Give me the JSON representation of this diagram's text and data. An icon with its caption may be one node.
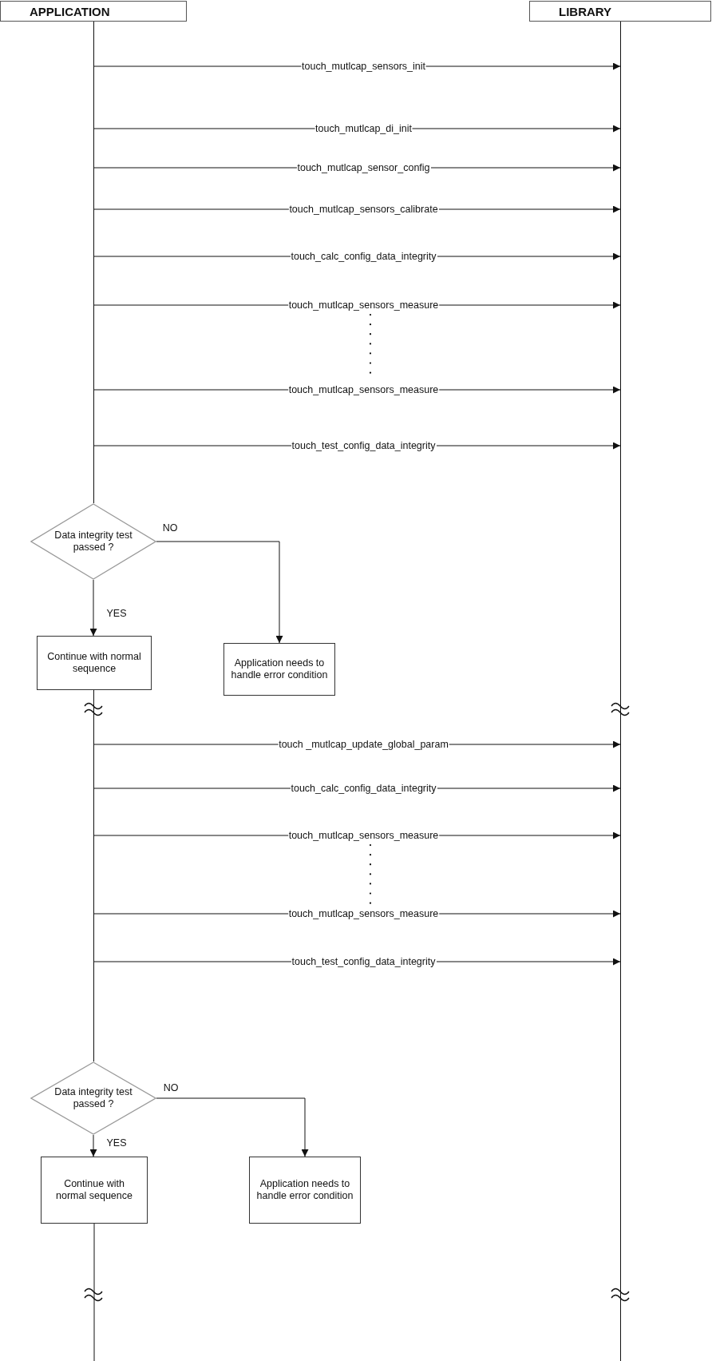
{
  "diagram": {
    "nodes": [
      {
        "text": [
          "APPLICATION"
        ]
      },
      {
        "text": [
          "LIBRARY"
        ]
      },
      {
        "text": [
          "Data integrity test passed ?"
        ]
      },
      {
        "text": [
          "Continue with normal sequence"
        ]
      },
      {
        "text": [
          "Application needs to handle error condition"
        ]
      },
      {
        "text": [
          "Data integrity test passed ?"
        ]
      },
      {
        "text": [
          "Continue with normal sequence"
        ]
      },
      {
        "text": [
          "Application needs to handle error condition"
        ]
      },
      {
        "text": [],
        "shape": "bar"
      },
      {
        "text": [],
        "shape": "bar"
      },
      {
        "text": [],
        "shape": "bar"
      }
    ],
    "edges": [
      {
        "from": 8,
        "to": 10,
        "arrow": "to",
        "label": "touch_mutlcap_sensors_init"
      },
      {
        "from": 8,
        "to": 10,
        "arrow": "to",
        "label": "touch_mutlcap_di_init"
      },
      {
        "from": 8,
        "to": 10,
        "arrow": "to",
        "label": "touch_mutlcap_sensor_config"
      },
      {
        "from": 8,
        "to": 10,
        "arrow": "to",
        "label": "touch_mutlcap_sensors_calibrate"
      },
      {
        "from": 8,
        "to": 10,
        "arrow": "to",
        "label": "touch_calc_config_data_integrity"
      },
      {
        "from": 8,
        "to": 10,
        "arrow": "to",
        "label": "touch_mutlcap_sensors_measure"
      },
      {
        "from": 8,
        "to": 10,
        "arrow": "to",
        "label": "touch_mutlcap_sensors_measure"
      },
      {
        "from": 8,
        "to": 10,
        "arrow": "to",
        "label": "touch_test_config_data_integrity"
      },
      {
        "from": 2,
        "to": 3,
        "arrow": "to",
        "label": "YES"
      },
      {
        "from": 2,
        "to": 4,
        "arrow": "to",
        "label": "NO"
      },
      {
        "from": 9,
        "to": 10,
        "arrow": "to",
        "label": "touch _mutlcap_update_global_param"
      },
      {
        "from": 9,
        "to": 10,
        "arrow": "to",
        "label": "touch_calc_config_data_integrity"
      },
      {
        "from": 9,
        "to": 10,
        "arrow": "to",
        "label": "touch_mutlcap_sensors_measure"
      },
      {
        "from": 9,
        "to": 10,
        "arrow": "to",
        "label": "touch_mutlcap_sensors_measure"
      },
      {
        "from": 9,
        "to": 10,
        "arrow": "to",
        "label": "touch_test_config_data_integrity"
      },
      {
        "from": 5,
        "to": 6,
        "arrow": "to",
        "label": "YES"
      },
      {
        "from": 5,
        "to": 7,
        "arrow": "to",
        "label": "NO"
      },
      {
        "from": 6,
        "to": null,
        "arrow": "none"
      }
    ]
  }
}
